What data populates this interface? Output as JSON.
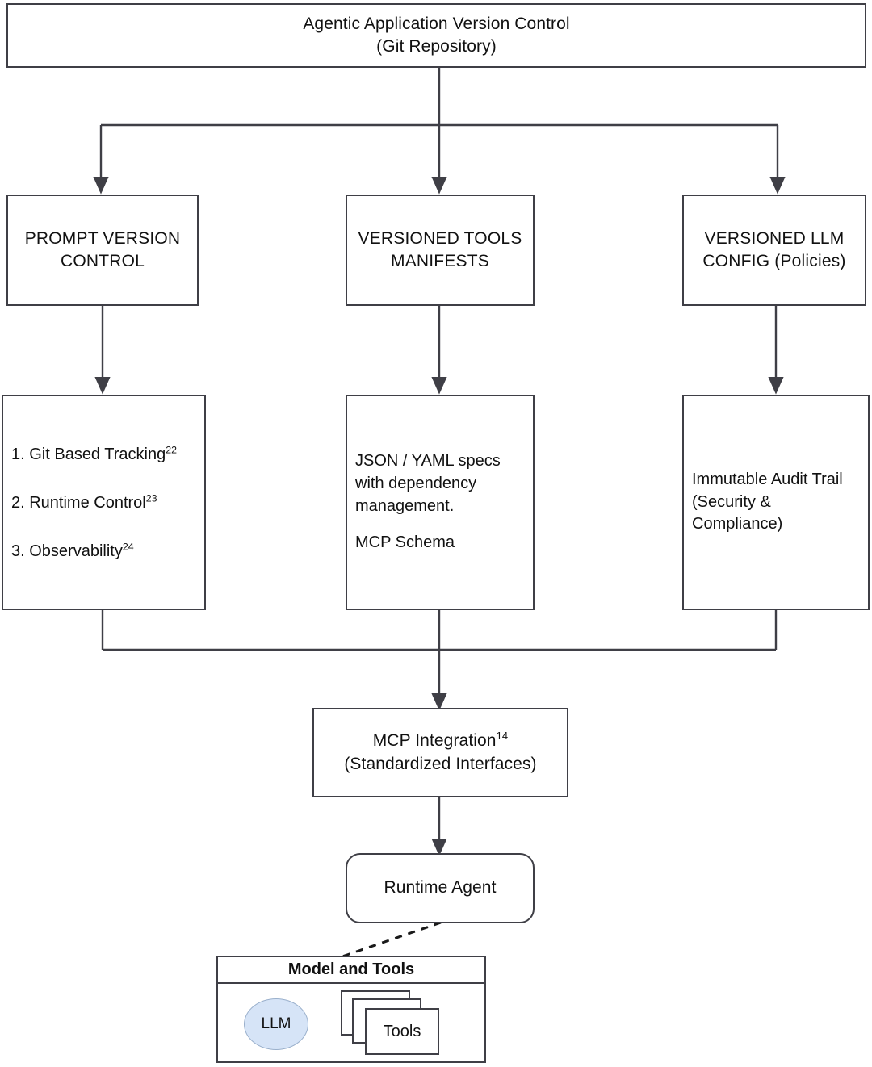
{
  "diagram": {
    "title": "Agentic Application Version Control (Git Repository) flow",
    "root": {
      "line1": "Agentic Application Version Control",
      "line2": "(Git Repository)"
    },
    "columns": [
      {
        "header_line1": "PROMPT VERSION",
        "header_line2": "CONTROL",
        "detail_items": [
          {
            "text": "1. Git Based Tracking",
            "ref": "22"
          },
          {
            "text": "2. Runtime Control",
            "ref": "23"
          },
          {
            "text": "3. Observability",
            "ref": "24"
          }
        ]
      },
      {
        "header_line1": "VERSIONED TOOLS",
        "header_line2": "MANIFESTS",
        "detail_paragraph_1": "JSON / YAML specs with dependency management.",
        "detail_paragraph_2": "MCP Schema"
      },
      {
        "header_line1": "VERSIONED LLM",
        "header_line2": "CONFIG (Policies)",
        "detail_line1": "Immutable Audit Trail",
        "detail_line2": "(Security &",
        "detail_line3": "Compliance)"
      }
    ],
    "mcp": {
      "line1_text": "MCP Integration",
      "line1_ref": "14",
      "line2": "(Standardized Interfaces)"
    },
    "runtime_agent": {
      "label": "Runtime Agent"
    },
    "model_and_tools": {
      "header": "Model and Tools",
      "llm_label": "LLM",
      "tools_label": "Tools"
    },
    "colors": {
      "stroke": "#3f3f46",
      "llm_fill": "#d6e4f7",
      "llm_stroke": "#9ab0cc",
      "background": "#ffffff",
      "text": "#111111"
    }
  }
}
